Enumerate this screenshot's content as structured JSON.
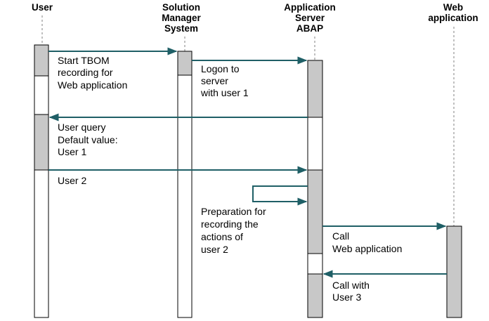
{
  "colors": {
    "arrow": "#1f5f66",
    "active_bar": "#c8c8c8",
    "idle_bar": "#ffffff"
  },
  "participants": [
    {
      "id": "user",
      "lines": [
        "User"
      ]
    },
    {
      "id": "solman",
      "lines": [
        "Solution",
        "Manager",
        "System"
      ]
    },
    {
      "id": "abap",
      "lines": [
        "Application",
        "Server",
        "ABAP"
      ]
    },
    {
      "id": "web",
      "lines": [
        "Web",
        "application"
      ]
    }
  ],
  "messages": [
    {
      "id": "start-tbom",
      "from": "user",
      "to": "solman",
      "lines": [
        "Start TBOM",
        "recording for",
        "Web application"
      ]
    },
    {
      "id": "logon",
      "from": "solman",
      "to": "abap",
      "lines": [
        "Logon to",
        "server",
        "with user 1"
      ]
    },
    {
      "id": "user-query",
      "from": "abap",
      "to": "user",
      "lines": [
        "User query",
        "Default value:",
        "User 1"
      ]
    },
    {
      "id": "user2",
      "from": "user",
      "to": "abap",
      "lines": [
        "User 2"
      ]
    },
    {
      "id": "preparation",
      "from": "abap",
      "to": "abap",
      "lines": [
        "Preparation for",
        "recording the",
        "actions of",
        "user 2"
      ]
    },
    {
      "id": "call-web",
      "from": "abap",
      "to": "web",
      "lines": [
        "Call",
        "Web application"
      ]
    },
    {
      "id": "call-user3",
      "from": "web",
      "to": "abap",
      "lines": [
        "Call with",
        "User 3"
      ]
    }
  ]
}
